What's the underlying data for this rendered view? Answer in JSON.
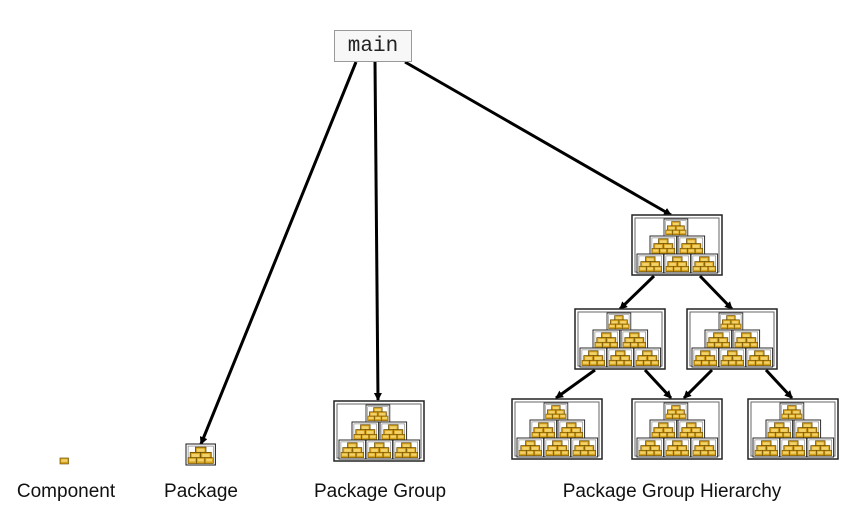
{
  "root": {
    "label": "main"
  },
  "captions": {
    "component": "Component",
    "package": "Package",
    "package_group": "Package Group",
    "package_group_hierarchy": "Package Group Hierarchy"
  },
  "colors": {
    "edge": "#000000",
    "frame": "#222222",
    "component_fill": "#d8a31c",
    "component_light": "#f2d26a",
    "main_box_fill": "#f7f7f7"
  }
}
